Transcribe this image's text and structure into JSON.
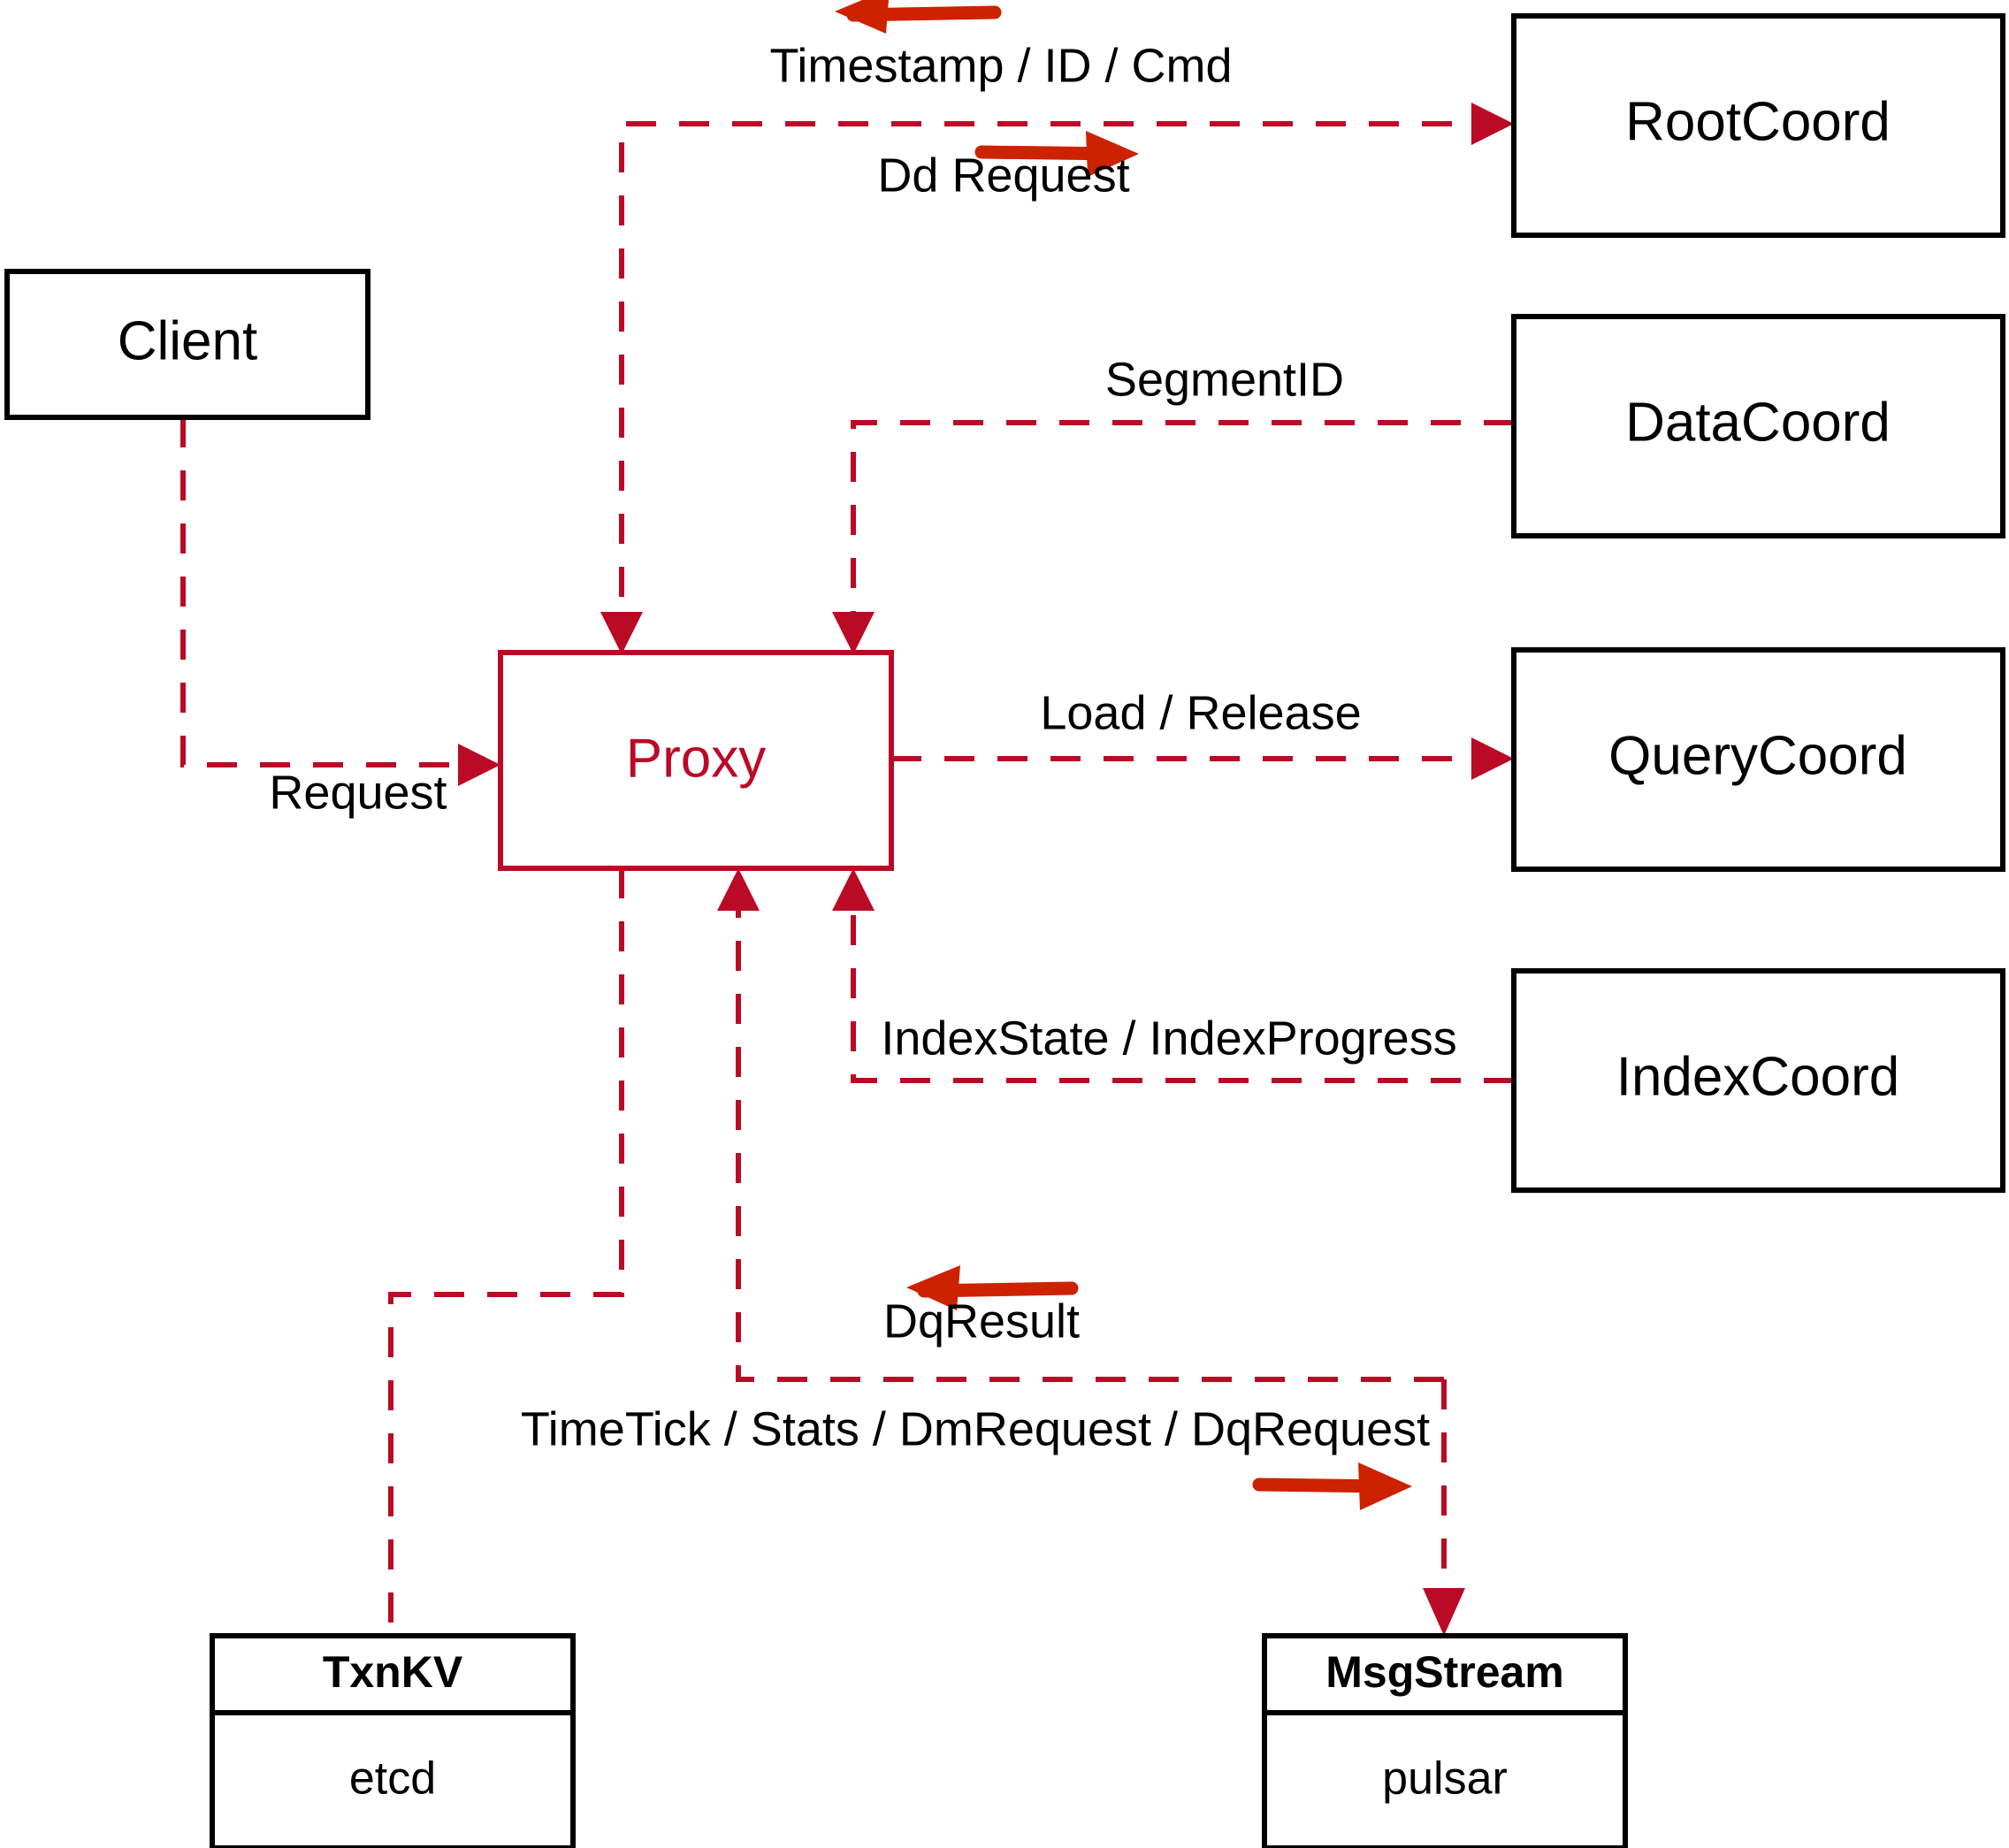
{
  "diagram": {
    "title": "Milvus Proxy interaction diagram",
    "colors": {
      "flow": "#bb0a26",
      "accent_arrow": "#cc2200",
      "node_stroke": "#000000",
      "background": "#ffffff"
    },
    "nodes": [
      {
        "id": "client",
        "label": "Client"
      },
      {
        "id": "proxy",
        "label": "Proxy"
      },
      {
        "id": "rootcoord",
        "label": "RootCoord"
      },
      {
        "id": "datacoord",
        "label": "DataCoord"
      },
      {
        "id": "querycoord",
        "label": "QueryCoord"
      },
      {
        "id": "indexcoord",
        "label": "IndexCoord"
      }
    ],
    "component_nodes": [
      {
        "id": "txnkv",
        "header": "TxnKV",
        "body": "etcd"
      },
      {
        "id": "msgstream",
        "header": "MsgStream",
        "body": "pulsar"
      }
    ],
    "edges": [
      {
        "id": "request",
        "label": "Request",
        "from": "client",
        "to": "proxy"
      },
      {
        "id": "ddrequest",
        "label": "Dd Request",
        "from": "proxy",
        "to": "rootcoord",
        "direction": "right"
      },
      {
        "id": "timestamp",
        "label": "Timestamp / ID / Cmd",
        "from": "rootcoord",
        "to": "proxy",
        "direction": "left"
      },
      {
        "id": "segmentid",
        "label": "SegmentID",
        "from": "datacoord",
        "to": "proxy"
      },
      {
        "id": "loadrelease",
        "label": "Load / Release",
        "from": "proxy",
        "to": "querycoord"
      },
      {
        "id": "indexstate",
        "label": "IndexState / IndexProgress",
        "from": "indexcoord",
        "to": "proxy"
      },
      {
        "id": "dqresult",
        "label": "DqResult",
        "from": "msgstream",
        "to": "proxy",
        "direction": "left"
      },
      {
        "id": "timetick",
        "label": "TimeTick / Stats / DmRequest / DqRequest",
        "from": "proxy",
        "to": "msgstream",
        "direction": "right"
      },
      {
        "id": "txnkvlink",
        "label": "",
        "from": "proxy",
        "to": "txnkv"
      }
    ]
  }
}
